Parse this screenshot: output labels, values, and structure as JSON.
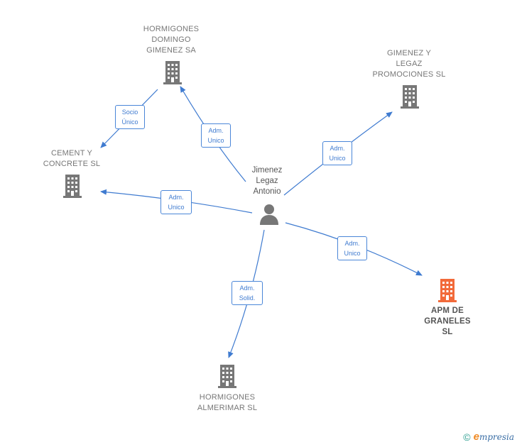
{
  "colors": {
    "edge": "#3f7bd0",
    "company_icon": "#777777",
    "highlight_icon": "#f26a3a",
    "person_icon": "#777777"
  },
  "person": {
    "name": "Jimenez\nLegaz\nAntonio",
    "icon": "person-icon"
  },
  "companies": [
    {
      "id": "hormigones-domingo-gimenez",
      "name": "HORMIGONES\nDOMINGO\nGIMENEZ SA",
      "icon": "building-icon",
      "highlight": false
    },
    {
      "id": "gimenez-legaz-promociones",
      "name": "GIMENEZ Y\nLEGAZ\nPROMOCIONES SL",
      "icon": "building-icon",
      "highlight": false
    },
    {
      "id": "cement-concrete",
      "name": "CEMENT Y\nCONCRETE  SL",
      "icon": "building-icon",
      "highlight": false
    },
    {
      "id": "apm-graneles",
      "name": "APM DE\nGRANELES\nSL",
      "icon": "building-icon",
      "highlight": true
    },
    {
      "id": "hormigones-almerimar",
      "name": "HORMIGONES\nALMERIMAR SL",
      "icon": "building-icon",
      "highlight": false
    }
  ],
  "relations": [
    {
      "from": "hormigones-domingo-gimenez",
      "to": "cement-concrete",
      "label": "Socio\nÚnico"
    },
    {
      "from": "person",
      "to": "hormigones-domingo-gimenez",
      "label": "Adm.\nUnico"
    },
    {
      "from": "person",
      "to": "gimenez-legaz-promociones",
      "label": "Adm.\nUnico"
    },
    {
      "from": "person",
      "to": "cement-concrete",
      "label": "Adm.\nUnico"
    },
    {
      "from": "person",
      "to": "apm-graneles",
      "label": "Adm.\nUnico"
    },
    {
      "from": "person",
      "to": "hormigones-almerimar",
      "label": "Adm.\nSolid."
    }
  ],
  "footer": {
    "copyright_symbol": "©",
    "brand_initial": "e",
    "brand_rest": "mpresia"
  }
}
